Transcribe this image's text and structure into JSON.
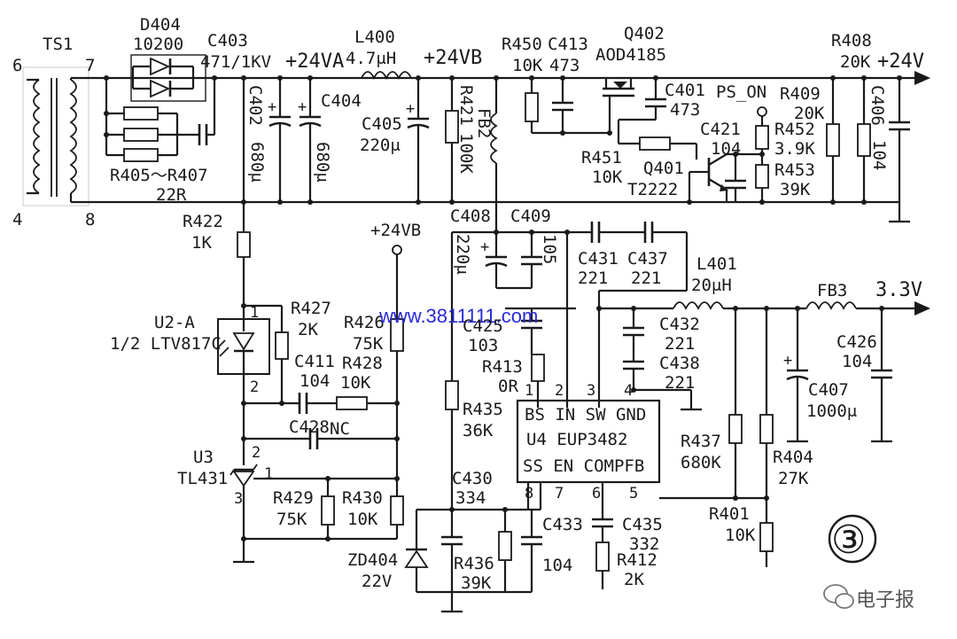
{
  "labels": {
    "ts1": "TS1",
    "pin6": "6",
    "pin7": "7",
    "pin4": "4",
    "pin8": "8",
    "d404_name": "D404",
    "d404_val": "10200",
    "c403_name": "C403",
    "c403_val": "471/1KV",
    "node_24va": "+24VA",
    "l400_name": "L400",
    "l400_val": "4.7μH",
    "node_24vb": "+24VB",
    "r450_name": "R450",
    "r450_val": "10K",
    "c413_name": "C413",
    "c413_val": "473",
    "q402_name": "Q402",
    "q402_val": "AOD4185",
    "r408_name": "R408",
    "r408_val": "20K",
    "out_24v": "+24V",
    "c402_name": "C402",
    "c402_val": "680μ",
    "c404_name": "C404",
    "c404_val": "680μ",
    "c405_name": "C405",
    "c405_val": "220μ",
    "r421_name": "R421",
    "r421_val": "100K",
    "fb2": "FB2",
    "c401_name": "C401",
    "c401_val": "473",
    "ps_on": "PS_ON",
    "r409_name": "R409",
    "r409_val": "20K",
    "c406_name": "C406",
    "c406_val": "104",
    "c421_name": "C421",
    "c421_val": "104",
    "r452_name": "R452",
    "r452_val": "3.9K",
    "r453_name": "R453",
    "r453_val": "39K",
    "r451_name": "R451",
    "r451_val": "10K",
    "q401_name": "Q401",
    "q401_val": "T2222",
    "r405_range": "R405～R407",
    "r405_val": "22R",
    "r422_name": "R422",
    "r422_val": "1K",
    "vb_in": "+24VB",
    "c408_name": "C408",
    "c408_val": "220μ",
    "c409_name": "C409",
    "c409_val": "105",
    "c431_name": "C431",
    "c431_val": "221",
    "c437_name": "C437",
    "c437_val": "221",
    "l401_name": "L401",
    "l401_val": "20μH",
    "fb3": "FB3",
    "out_33v": "3.3V",
    "u2a_name": "U2-A",
    "u2a_val": "1/2 LTV817C",
    "u2_pin1": "1",
    "u2_pin2": "2",
    "r427_name": "R427",
    "r427_val": "2K",
    "r426_name": "R426",
    "r426_val": "75K",
    "watermark": "www.3811111.com",
    "c425_name": "C425",
    "c425_val": "103",
    "c432_name": "C432",
    "c432_val": "221",
    "c438_name": "C438",
    "c438_val": "221",
    "c426_name": "C426",
    "c426_val": "104",
    "c411_name": "C411",
    "c411_val": "104",
    "r428_name": "R428",
    "r428_val": "10K",
    "r413_name": "R413",
    "r413_val": "0R",
    "c407_name": "C407",
    "c407_val": "1000μ",
    "u4_p1": "1",
    "u4_p2": "2",
    "u4_p3": "3",
    "u4_p4": "4",
    "u4_p5": "5",
    "u4_p6": "6",
    "u4_p7": "7",
    "u4_p8": "8",
    "u4_top": "BS IN SW GND",
    "u4_name": "U4 EUP3482",
    "u4_bot": "SS EN COMPFB",
    "r435_name": "R435",
    "r435_val": "36K",
    "c428_name": "C428",
    "c428_val": "NC",
    "r437_name": "R437",
    "r437_val": "680K",
    "r404_name": "R404",
    "r404_val": "27K",
    "u3_name": "U3",
    "u3_val": "TL431",
    "u3_p1": "1",
    "u3_p2": "2",
    "u3_p3": "3",
    "c430_name": "C430",
    "c430_val": "334",
    "r429_name": "R429",
    "r429_val": "75K",
    "r430_name": "R430",
    "r430_val": "10K",
    "c433_name": "C433",
    "c433_val": "104",
    "c435_name": "C435",
    "c435_val": "332",
    "r401_name": "R401",
    "r401_val": "10K",
    "zd404_name": "ZD404",
    "zd404_val": "22V",
    "r436_name": "R436",
    "r436_val": "39K",
    "r412_name": "R412",
    "r412_val": "2K",
    "figure_num": "③",
    "brand": "电子报"
  }
}
